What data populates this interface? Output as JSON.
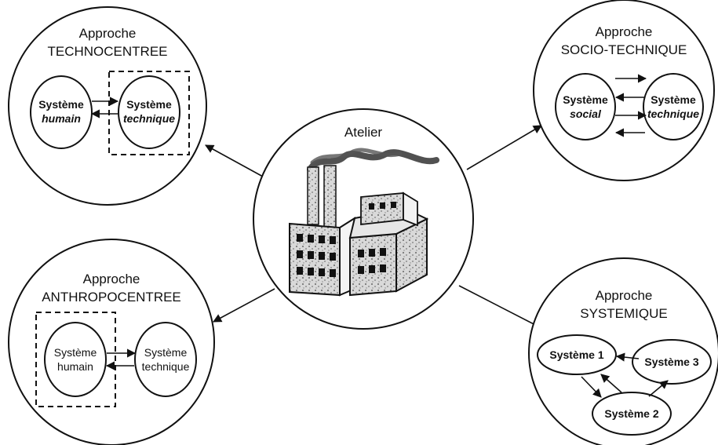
{
  "center": {
    "title": "Atelier",
    "icon": "factory-icon"
  },
  "approaches": {
    "technocentree": {
      "line1": "Approche",
      "line2": "TECHNOCENTREE",
      "system_left": {
        "line1": "Système",
        "line2": "humain"
      },
      "system_right": {
        "line1": "Système",
        "line2": "technique"
      }
    },
    "sociotechnique": {
      "line1": "Approche",
      "line2": "SOCIO-TECHNIQUE",
      "system_left": {
        "line1": "Système",
        "line2": "social"
      },
      "system_right": {
        "line1": "Système",
        "line2": "technique"
      }
    },
    "anthropocentree": {
      "line1": "Approche",
      "line2": "ANTHROPOCENTREE",
      "system_left": {
        "line1": "Système",
        "line2": "humain"
      },
      "system_right": {
        "line1": "Système",
        "line2": "technique"
      }
    },
    "systemique": {
      "line1": "Approche",
      "line2": "SYSTEMIQUE",
      "system1": "Système 1",
      "system2": "Système 2",
      "system3": "Système 3"
    }
  }
}
